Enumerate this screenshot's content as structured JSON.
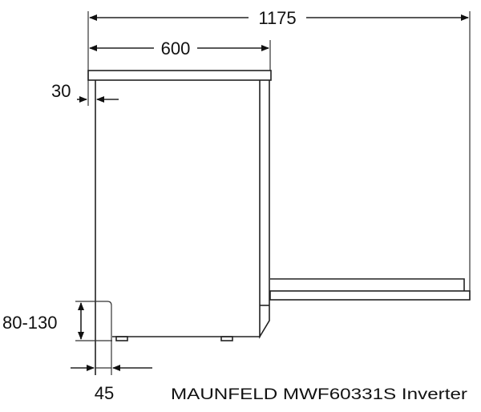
{
  "dimensions": {
    "total_depth": "1175",
    "width": "600",
    "side_gap": "30",
    "plinth_height": "80-130",
    "plinth_depth": "45"
  },
  "caption": "MAUNFELD MWF60331S Inverter",
  "colors": {
    "line": "#222222",
    "background": "#ffffff"
  }
}
